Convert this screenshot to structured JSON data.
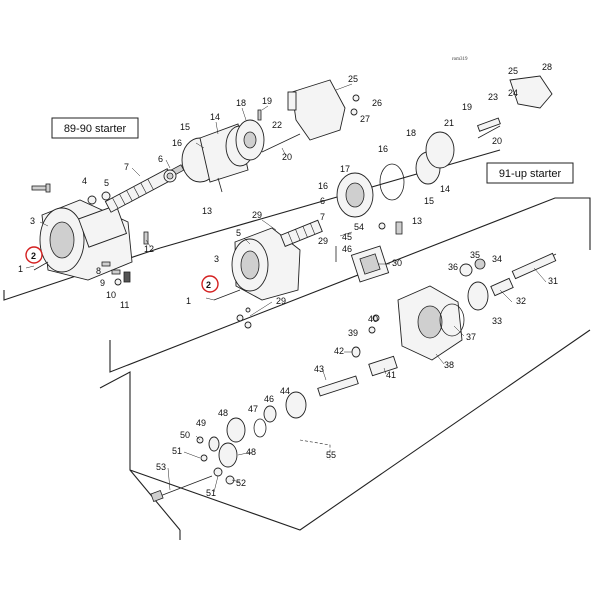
{
  "diagram": {
    "reference_code": "rom319",
    "captions": [
      {
        "id": "left",
        "text": "89-90 starter"
      },
      {
        "id": "right",
        "text": "91-up starter"
      }
    ],
    "callout_labels": [
      "1",
      "2",
      "3",
      "4",
      "5",
      "6",
      "7",
      "8",
      "9",
      "10",
      "11",
      "12",
      "13",
      "14",
      "15",
      "16",
      "17",
      "18",
      "19",
      "20",
      "21",
      "22",
      "23",
      "24",
      "25",
      "26",
      "27",
      "28",
      "29",
      "30",
      "31",
      "32",
      "33",
      "34",
      "35",
      "36",
      "37",
      "38",
      "39",
      "40",
      "41",
      "42",
      "43",
      "44",
      "45",
      "46",
      "47",
      "48",
      "49",
      "50",
      "51",
      "52",
      "53",
      "54",
      "55"
    ],
    "highlight_color": "#d42020",
    "highlighted_label": "2"
  }
}
